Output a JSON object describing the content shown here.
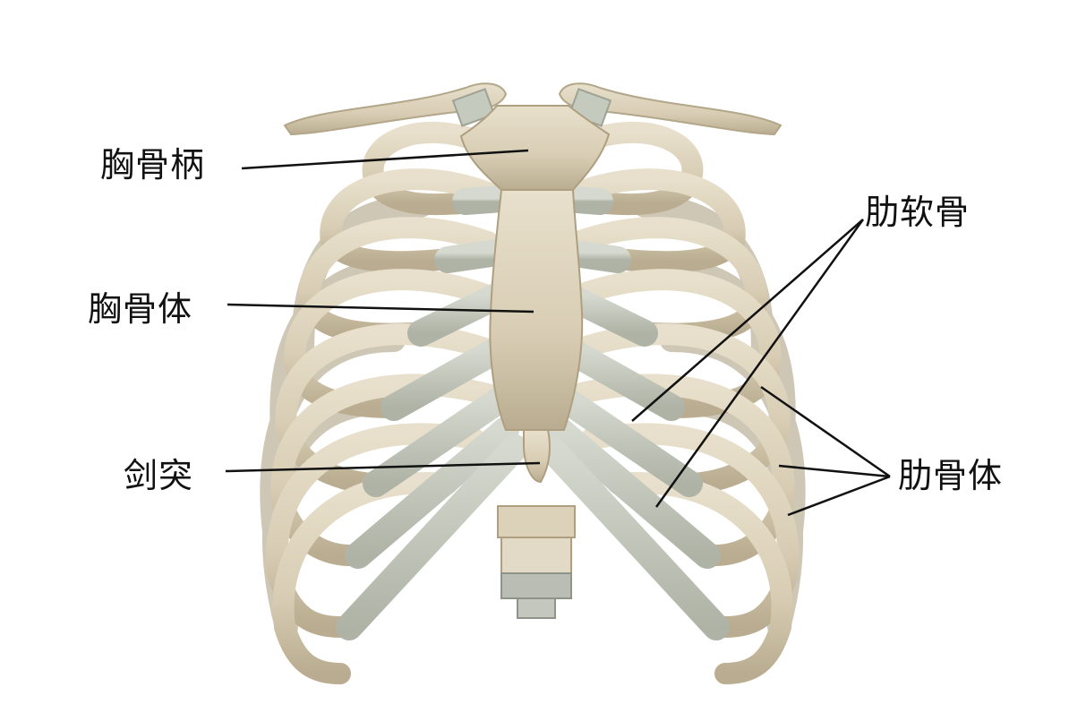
{
  "labels": {
    "manubrium": "胸骨柄",
    "sternum_body": "胸骨体",
    "xiphoid": "剑突",
    "costal_cartilage": "肋软骨",
    "rib_body": "肋骨体"
  },
  "colors": {
    "background": "#ffffff",
    "bone": "#ddd3bd",
    "bone_shadow": "#b8ab8e",
    "cartilage": "#c9cdc3",
    "leader_line": "#111111"
  }
}
